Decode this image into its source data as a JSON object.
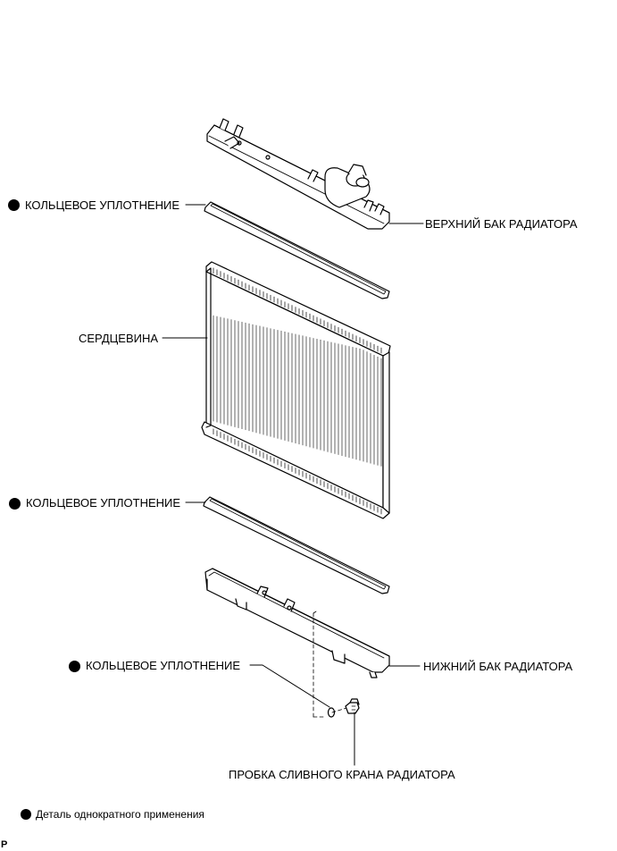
{
  "labels": {
    "oring_top": "КОЛЬЦЕВОЕ УПЛОТНЕНИЕ",
    "upper_tank": "ВЕРХНИЙ БАК РАДИАТОРА",
    "core": "СЕРДЦЕВИНА",
    "oring_middle": "КОЛЬЦЕВОЕ УПЛОТНЕНИЕ",
    "oring_drain": "КОЛЬЦЕВОЕ УПЛОТНЕНИЕ",
    "lower_tank": "НИЖНИЙ БАК РАДИАТОРА",
    "drain_plug": "ПРОБКА СЛИВНОГО КРАНА РАДИАТОРА"
  },
  "legend": {
    "text": "Деталь однократного применения",
    "icon": "filled-circle-icon"
  },
  "corner_mark": "P",
  "colors": {
    "line": "#000000",
    "background": "#ffffff"
  }
}
